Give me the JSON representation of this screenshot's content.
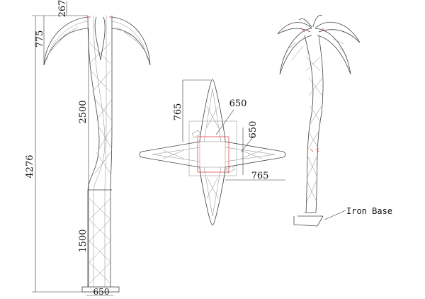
{
  "side_view": {
    "dimensions": {
      "total_height": "4276",
      "crown_height": "775",
      "top_offset": "267",
      "upper_trunk": "2500",
      "lower_trunk": "1500",
      "base_width": "650"
    }
  },
  "top_view": {
    "dimensions": {
      "arm_vertical": "765",
      "plate_width": "650",
      "plate_depth": "650",
      "arm_horizontal": "765"
    }
  },
  "perspective_view": {
    "label": "Iron Base"
  }
}
